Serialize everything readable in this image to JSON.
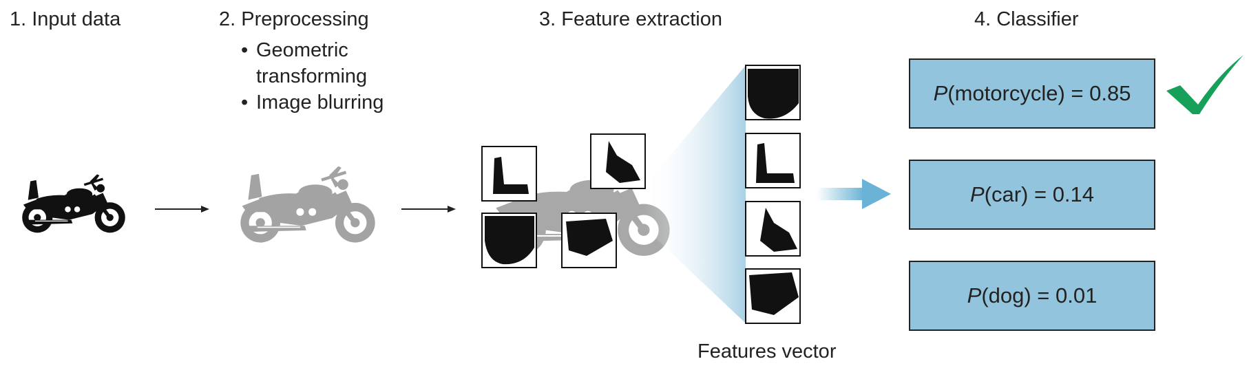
{
  "stages": {
    "input": "1. Input data",
    "preprocessing": "2. Preprocessing",
    "feature_extraction": "3. Feature extraction",
    "classifier": "4. Classifier"
  },
  "preprocessing_steps": [
    "Geometric transforming",
    "Image blurring"
  ],
  "classifier_outputs": [
    {
      "p": "P",
      "label": "(motorcycle) = 0.85"
    },
    {
      "p": "P",
      "label": "(car) = 0.14"
    },
    {
      "p": "P",
      "label": "(dog) = 0.01"
    }
  ],
  "features_vector_label": "Features vector",
  "colors": {
    "box_fill": "#92c5dd",
    "check": "#17a05a",
    "fan": "#a9d1e5",
    "arrow_big": "#6bb3d6"
  },
  "icons": [
    "motorcycle-image",
    "blurred-motorcycle-image",
    "feature-patch",
    "check-icon",
    "arrow-icon"
  ]
}
